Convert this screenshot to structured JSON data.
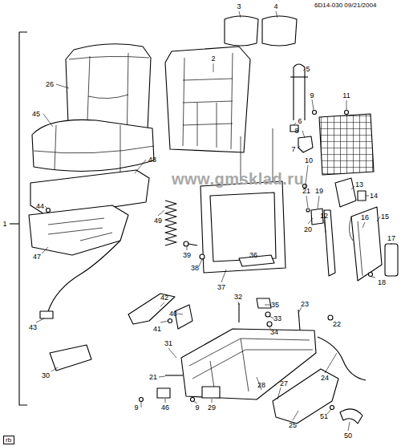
{
  "diagram": {
    "nodes": [
      {
        "text": [
          "rb"
        ]
      }
    ],
    "labels": [
      "6D14-030 09/21/2004",
      "3",
      "4",
      "26",
      "2",
      "5",
      "9",
      "11",
      "6",
      "8",
      "7",
      "45",
      "10",
      "48",
      "13",
      "14",
      "21",
      "19",
      "12",
      "15",
      "44",
      "1",
      "20",
      "16",
      "17",
      "49",
      "47",
      "39",
      "38",
      "37",
      "36",
      "18",
      "42",
      "40",
      "41",
      "32",
      "35",
      "33",
      "34",
      "23",
      "22",
      "43",
      "31",
      "30",
      "21",
      "27",
      "24",
      "28",
      "9",
      "46",
      "9",
      "29",
      "25",
      "51",
      "50",
      "www.gmsklad.ru"
    ]
  }
}
